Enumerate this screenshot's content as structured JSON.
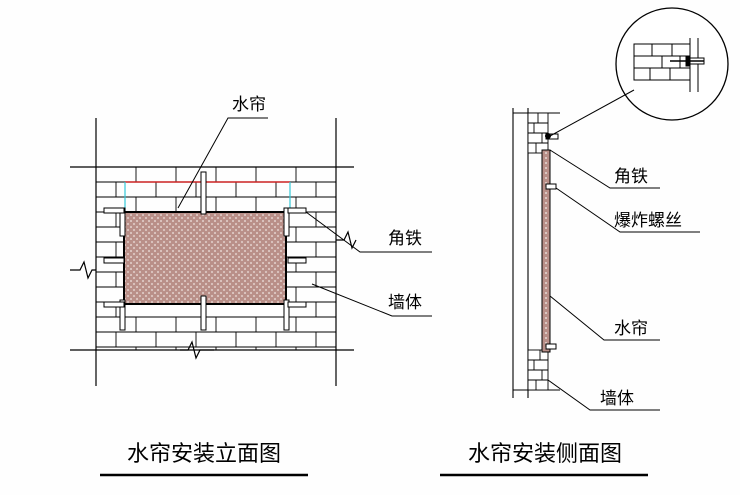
{
  "front_view": {
    "caption": "水帘安装立面图",
    "labels": {
      "curtain": "水帘",
      "angle_iron": "角铁",
      "wall": "墙体"
    }
  },
  "side_view": {
    "caption": "水帘安装侧面图",
    "labels": {
      "angle_iron": "角铁",
      "expansion_bolt": "爆炸螺丝",
      "curtain": "水帘",
      "wall": "墙体"
    }
  },
  "colors": {
    "curtain_fill": "#b98f88",
    "curtain_dot": "#d9c2bd",
    "line": "#000000",
    "frame_red": "#cc2222",
    "brace_cyan": "#33c8d8"
  }
}
